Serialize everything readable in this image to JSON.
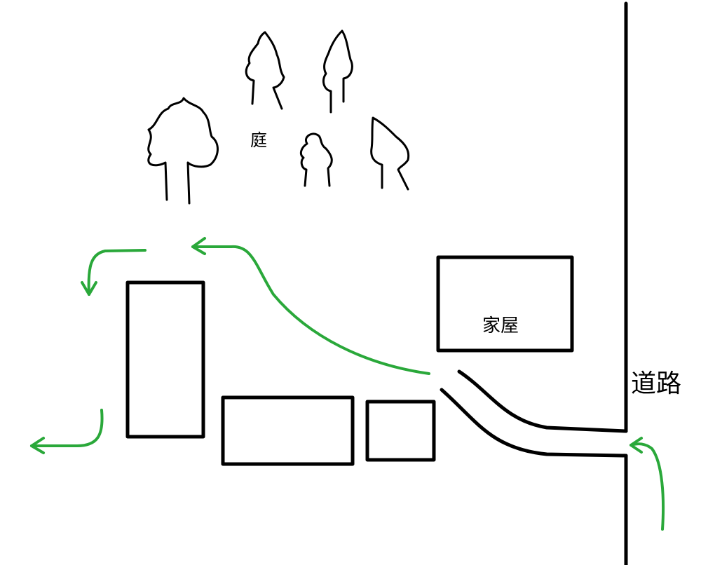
{
  "labels": {
    "garden": "庭",
    "house": "家屋",
    "road": "道路"
  },
  "colors": {
    "lines": "#000000",
    "route_arrows": "#2aa83a"
  }
}
